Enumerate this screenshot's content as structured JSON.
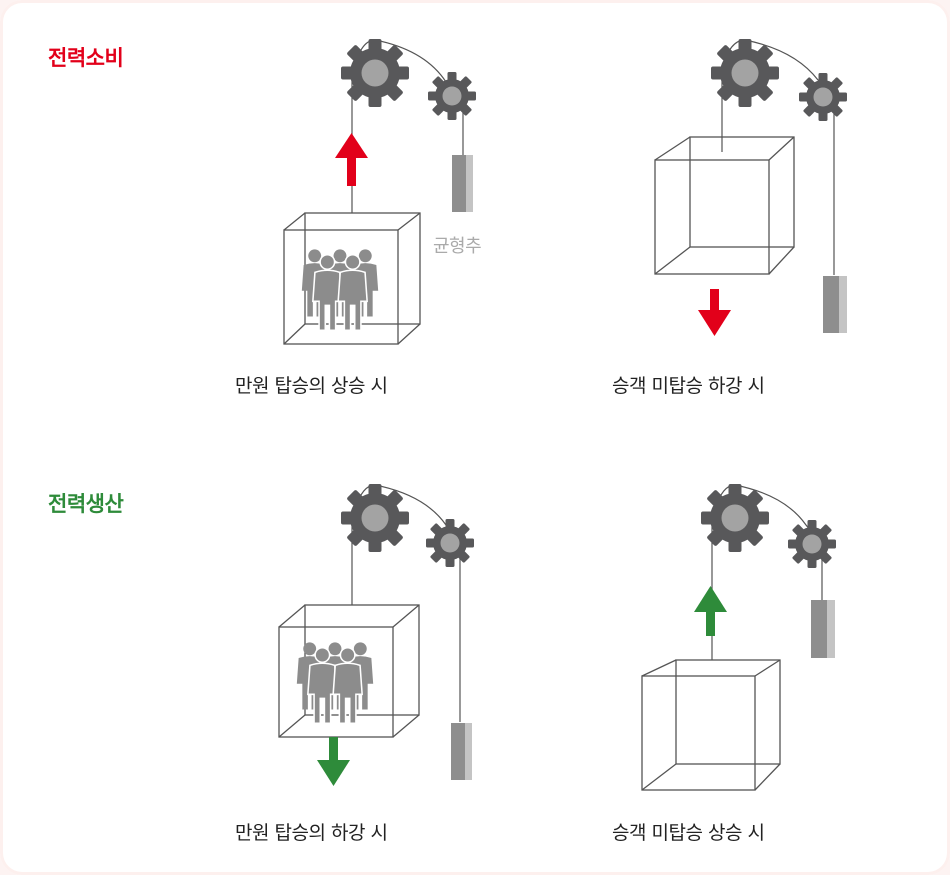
{
  "sections": {
    "consumption": {
      "title": "전력소비",
      "color": "#e2001a"
    },
    "production": {
      "title": "전력생산",
      "color": "#2e8b3a"
    }
  },
  "counterweight_label": "균형추",
  "panels": [
    {
      "caption": "만원 탑승의 상승 시",
      "passengers": "full",
      "direction": "up",
      "section": "consumption"
    },
    {
      "caption": "승객 미탑승 하강 시",
      "passengers": "empty",
      "direction": "down",
      "section": "consumption"
    },
    {
      "caption": "만원 탑승의 하강 시",
      "passengers": "full",
      "direction": "down",
      "section": "production"
    },
    {
      "caption": "승객 미탑승 상승 시",
      "passengers": "empty",
      "direction": "up",
      "section": "production"
    }
  ],
  "colors": {
    "gear": "#58585a",
    "gear_hub": "#a3a3a3",
    "counterweight": "#8e8e8e",
    "people": "#8c8c8c",
    "cable": "#555555",
    "car_outline": "#555555"
  },
  "icons": [
    "gear-icon",
    "people-icon",
    "arrow-up-icon",
    "arrow-down-icon"
  ]
}
